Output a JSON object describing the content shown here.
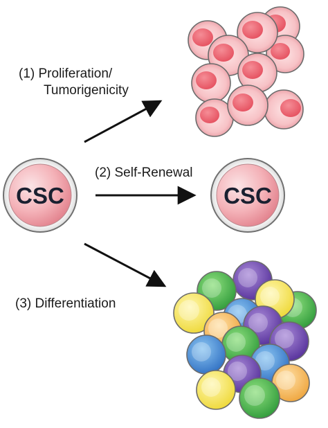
{
  "labels": {
    "proliferation_line1": "(1)  Proliferation/",
    "proliferation_line2": "Tumorigenicity",
    "self_renewal": "(2)  Self-Renewal",
    "differentiation": "(3)  Differentiation"
  },
  "stem_cell": {
    "text": "CSC"
  },
  "colors": {
    "cell_pink_outer": "#f7c9cc",
    "cell_pink_nucleus": "#ef6b78",
    "outline": "#6b6b6b",
    "arrow": "#111111",
    "csc_text": "#1a2030",
    "diff_yellow": "#f2e24a",
    "diff_green": "#3fb34a",
    "diff_blue": "#3f7fd0",
    "diff_purple": "#6a3fa8",
    "diff_orange": "#f0b44a"
  }
}
